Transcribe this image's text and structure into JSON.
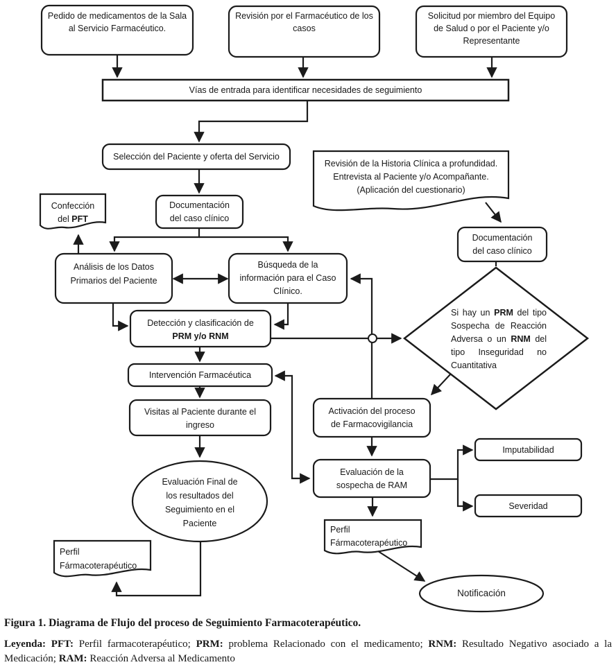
{
  "colors": {
    "line": "#1b1b1b",
    "background": "#ffffff"
  },
  "nodes": {
    "pedido": {
      "line1": "Pedido de medicamentos de la Sala",
      "line2": "al Servicio Farmacéutico."
    },
    "revision_casos": {
      "line1": "Revisión por el Farmacéutico de los",
      "line2": "casos"
    },
    "solicitud": {
      "line1": "Solicitud por miembro del Equipo",
      "line2": "de Salud o por el Paciente y/o",
      "line3": "Representante"
    },
    "vias": {
      "label": "Vías de entrada para identificar necesidades de seguimiento"
    },
    "seleccion": {
      "label": "Selección del Paciente y oferta del Servicio"
    },
    "revision_historia": {
      "line1": "Revisión de la Historia Clínica a profundidad.",
      "line2": "Entrevista al Paciente y/o Acompañante.",
      "line3": "(Aplicación del cuestionario)"
    },
    "documentacion_izq": {
      "line1": "Documentación",
      "line2": "del caso clínico"
    },
    "confeccion_pft": {
      "line1": "Confección",
      "line2_pre": "del ",
      "line2_bold": "PFT"
    },
    "documentacion_der": {
      "line1": "Documentación",
      "line2": "del caso clínico"
    },
    "analisis": {
      "line1": "Análisis de los Datos",
      "line2": "Primarios del Paciente"
    },
    "busqueda": {
      "line1": "Búsqueda de la",
      "line2": "información para el Caso",
      "line3": "Clínico."
    },
    "deteccion": {
      "line1": "Detección y clasificación de",
      "line2": "PRM y/o RNM"
    },
    "decision": {
      "seg1": "Si hay un ",
      "seg2": "PRM",
      "seg3": " del tipo Sospecha de Reacción Adversa o un ",
      "seg4": "RNM",
      "seg5": " del tipo Inseguridad no Cuantitativa"
    },
    "intervencion": {
      "label": "Intervención Farmacéutica"
    },
    "visitas": {
      "line1": "Visitas al Paciente durante el",
      "line2": "ingreso"
    },
    "activacion": {
      "line1": "Activación del proceso",
      "line2": "de Farmacovigilancia"
    },
    "evaluacion_ram": {
      "line1": "Evaluación de la",
      "line2": "sospecha de RAM"
    },
    "imputabilidad": {
      "label": "Imputabilidad"
    },
    "severidad": {
      "label": "Severidad"
    },
    "evaluacion_final": {
      "line1": "Evaluación Final de",
      "line2": "los resultados del",
      "line3": "Seguimiento en el",
      "line4": "Paciente"
    },
    "perfil_izq": {
      "line1": "Perfil",
      "line2": "Fármacoterapéutico"
    },
    "perfil_der": {
      "line1": "Perfil",
      "line2": "Fármacoterapéutico"
    },
    "notificacion": {
      "label": "Notificación"
    }
  },
  "caption": {
    "text": "Figura 1. Diagrama de Flujo del proceso de Seguimiento Farmacoterapéutico."
  },
  "legend": {
    "b1": "Leyenda:",
    "n1": " ",
    "b2": "PFT:",
    "n2": " Perfil farmacoterapéutico; ",
    "b3": "PRM:",
    "n3": " problema Relacionado con el medicamento; ",
    "b4": "RNM:",
    "n4": " Resultado Negativo asociado a la Medicación; ",
    "b5": "RAM:",
    "n5": " Reacción Adversa al Medicamento"
  }
}
